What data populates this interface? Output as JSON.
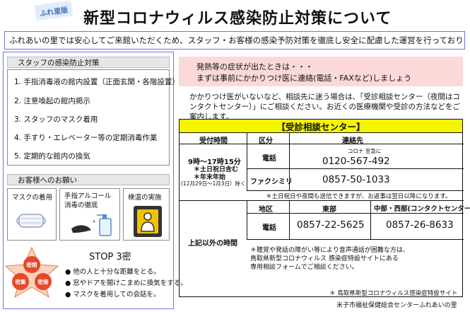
{
  "header": {
    "badge": "ふれ里版",
    "title": "新型コロナウィルス感染防止対策について",
    "intro": "ふれあいの里では安心してご来館いただくため、スタッフ・お客様の感染予防対策を徹底し安全に配慮した運営を行っております。"
  },
  "staff": {
    "heading": "スタッフの感染防止対策",
    "items": [
      "1. 手指消毒液の館内設置（正面玄関・各階設置）",
      "2. 注意喚起の館内掲示",
      "3. スタッフのマスク着用",
      "4. 手すり・エレベーター等の定期消毒作業",
      "5. 定期的な館内の換気"
    ]
  },
  "customer": {
    "heading": "お客様へのお願い",
    "requests": [
      {
        "line1": "マスクの着用",
        "line2": ""
      },
      {
        "line1": "手指アルコール",
        "line2": "消毒の徹底"
      },
      {
        "line1": "検温の実施",
        "line2": ""
      }
    ]
  },
  "stop3": {
    "title": "STOP 3密",
    "star_labels": [
      "密閉",
      "密集",
      "密接"
    ],
    "bullets": [
      "● 他の人と十分な距離をとる。",
      "● 窓やドアを開けこまめに換気をする。",
      "● マスクを着用しての会話を。"
    ]
  },
  "notice": {
    "line1": "発熱等の症状が出たときは・・・",
    "line2": "まずは事前にかかりつけ医に連絡(電話・FAXなど)しましょう",
    "paragraph": "かかりつけ医がいないなど、相談先に迷う場合は、「受診相談センター（夜間はコンタクトセンター）」にご相談ください。お近くの医療機関や受診の方法などをご案内します。"
  },
  "center": {
    "title": "【受診相談センター】",
    "headers": {
      "time": "受付時間",
      "type": "区分",
      "contact": "連絡先"
    },
    "daytime": {
      "hours": "9時～17時15分",
      "note1": "＊土日祝日含む",
      "note2": "＊年末年始",
      "note3": "(12月29日～1月3日）除く"
    },
    "tel_label": "電話",
    "tel_note": "コロナ 至急に",
    "tel_number": "0120-567-492",
    "fax_label": "ファクシミリ",
    "fax_number": "0857-50-1033",
    "fax_note": "＊土日祝日や夜間も送信できますが、お返事は翌日以降になります。",
    "other_time": "上記以外の時間",
    "area_header": "地区",
    "east": "東部",
    "midwest": "中部・西部(コンタクトセンター)",
    "east_number": "0857-22-5625",
    "midwest_number": "0857-26-8633",
    "hearing_note": [
      "＊聴覚や発話の障がい等により音声通話が困難な方は、",
      "鳥取県新型コロナウィルス 感染症特設サイトにある",
      "専用相談フォームでご相談ください。"
    ]
  },
  "footer": {
    "source": "＊ 鳥取県新型コロナウィルス感染症特設サイト",
    "org": "米子市福祉保健総合センターふれあいの里"
  }
}
